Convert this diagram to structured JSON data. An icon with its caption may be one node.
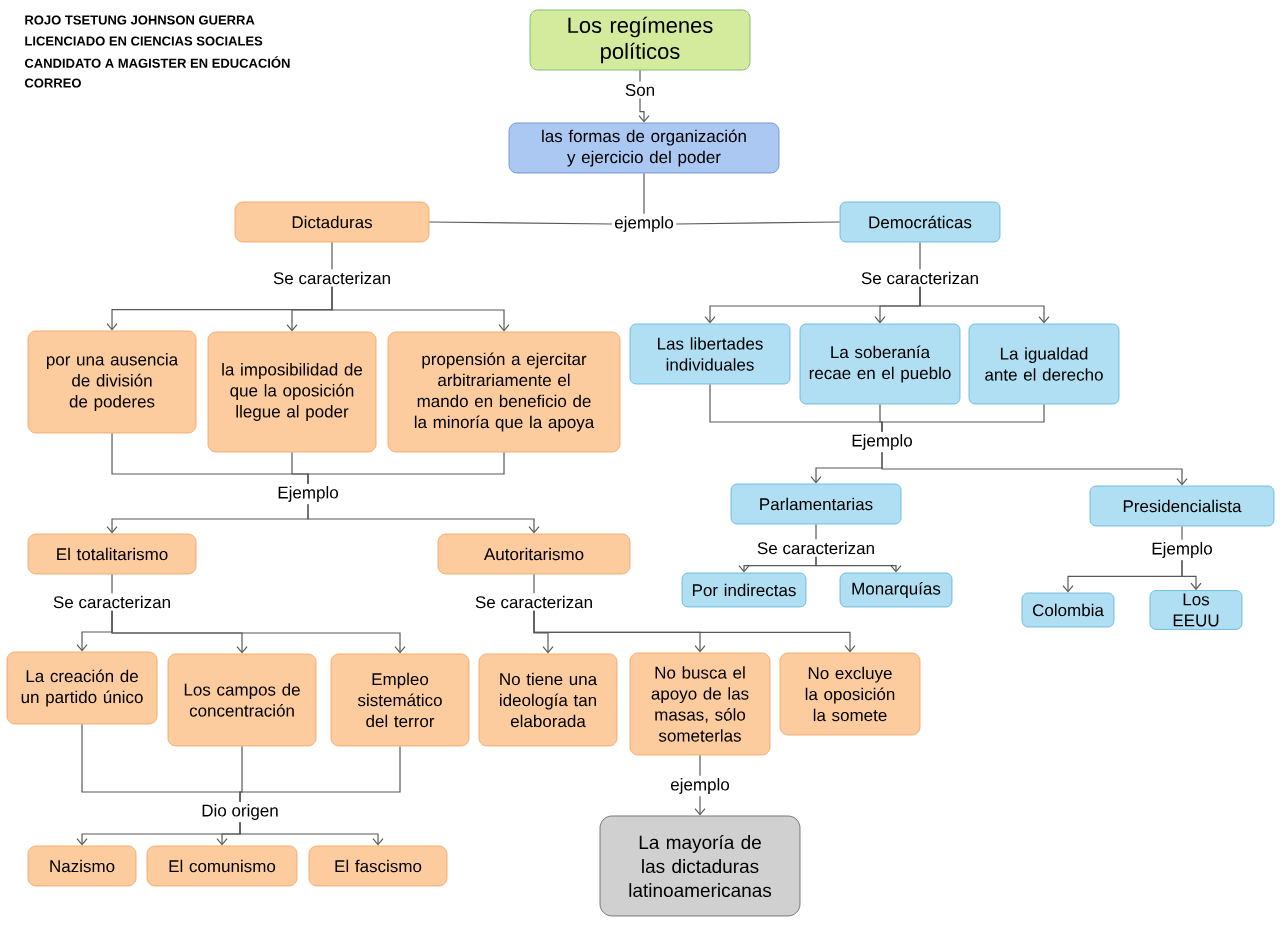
{
  "diagram": {
    "nodes": [
      {
        "text": [
          "Los regímenes políticos"
        ]
      },
      {
        "text": [
          "Son"
        ]
      },
      {
        "text": [
          "las formas de organización y ejercicio del poder"
        ]
      },
      {
        "text": [
          "ejemplo"
        ]
      },
      {
        "text": [
          "Dictaduras"
        ]
      },
      {
        "text": [
          "Democráticas"
        ]
      },
      {
        "text": [
          "Se caracterizan"
        ]
      },
      {
        "text": [
          "Se caracterizan"
        ]
      },
      {
        "text": [
          "por una ausencia de división de poderes"
        ]
      },
      {
        "text": [
          "la imposibilidad de que la oposición llegue al poder"
        ]
      },
      {
        "text": [
          "propensión a ejercitar arbitrariamente el mando en beneficio de la minoría que la apoya"
        ]
      },
      {
        "text": [
          "Las libertades individuales"
        ]
      },
      {
        "text": [
          "La soberanía recae en el pueblo"
        ]
      },
      {
        "text": [
          "La igualdad ante el derecho"
        ]
      },
      {
        "text": [
          "Ejemplo"
        ]
      },
      {
        "text": [
          "Ejemplo"
        ]
      },
      {
        "text": [
          "El totalitarismo"
        ]
      },
      {
        "text": [
          "Autoritarismo"
        ]
      },
      {
        "text": [
          "Parlamentarias"
        ]
      },
      {
        "text": [
          "Presidencialista"
        ]
      },
      {
        "text": [
          "Se caracterizan"
        ]
      },
      {
        "text": [
          "Se caracterizan"
        ]
      },
      {
        "text": [
          "Se caracterizan"
        ]
      },
      {
        "text": [
          "Ejemplo"
        ]
      },
      {
        "text": [
          "Por indirectas"
        ]
      },
      {
        "text": [
          "Monarquías"
        ]
      },
      {
        "text": [
          "Colombia"
        ]
      },
      {
        "text": [
          "Los EEUU"
        ]
      },
      {
        "text": [
          "La creación de un partido único"
        ]
      },
      {
        "text": [
          "Los campos de concentración"
        ]
      },
      {
        "text": [
          "Empleo sistemático del terror"
        ]
      },
      {
        "text": [
          "No tiene una ideología tan elaborada"
        ]
      },
      {
        "text": [
          "No busca el apoyo de las masas, sólo someterlas"
        ]
      },
      {
        "text": [
          "No excluye la oposición la somete"
        ]
      },
      {
        "text": [
          "Dio origen"
        ]
      },
      {
        "text": [
          "Nazismo"
        ]
      },
      {
        "text": [
          "El comunismo"
        ]
      },
      {
        "text": [
          "El fascismo"
        ]
      },
      {
        "text": [
          "ejemplo"
        ]
      },
      {
        "text": [
          "La mayoría de las dictaduras latinoamericanas"
        ]
      }
    ],
    "edges": [
      {
        "from": 0,
        "to": 1,
        "arrow": "none"
      },
      {
        "from": 1,
        "to": 2,
        "arrow": "to"
      },
      {
        "from": 2,
        "to": 3,
        "arrow": "none"
      },
      {
        "from": 3,
        "to": 4,
        "arrow": "none"
      },
      {
        "from": 3,
        "to": 5,
        "arrow": "none"
      },
      {
        "from": 4,
        "to": 6,
        "arrow": "none"
      },
      {
        "from": 6,
        "to": 8,
        "arrow": "to"
      },
      {
        "from": 6,
        "to": 9,
        "arrow": "to"
      },
      {
        "from": 6,
        "to": 10,
        "arrow": "to"
      },
      {
        "from": 5,
        "to": 7,
        "arrow": "none"
      },
      {
        "from": 7,
        "to": 11,
        "arrow": "to"
      },
      {
        "from": 7,
        "to": 12,
        "arrow": "to"
      },
      {
        "from": 7,
        "to": 13,
        "arrow": "to"
      },
      {
        "from": 8,
        "to": 14,
        "arrow": "none"
      },
      {
        "from": 9,
        "to": 14,
        "arrow": "none"
      },
      {
        "from": 10,
        "to": 14,
        "arrow": "none"
      },
      {
        "from": 14,
        "to": 16,
        "arrow": "to"
      },
      {
        "from": 14,
        "to": 17,
        "arrow": "to"
      },
      {
        "from": 11,
        "to": 15,
        "arrow": "none"
      },
      {
        "from": 12,
        "to": 15,
        "arrow": "none"
      },
      {
        "from": 13,
        "to": 15,
        "arrow": "none"
      },
      {
        "from": 15,
        "to": 18,
        "arrow": "to"
      },
      {
        "from": 15,
        "to": 19,
        "arrow": "to"
      },
      {
        "from": 16,
        "to": 20,
        "arrow": "none"
      },
      {
        "from": 20,
        "to": 28,
        "arrow": "to"
      },
      {
        "from": 20,
        "to": 29,
        "arrow": "to"
      },
      {
        "from": 20,
        "to": 30,
        "arrow": "to"
      },
      {
        "from": 17,
        "to": 21,
        "arrow": "none"
      },
      {
        "from": 21,
        "to": 31,
        "arrow": "to"
      },
      {
        "from": 21,
        "to": 32,
        "arrow": "to"
      },
      {
        "from": 21,
        "to": 33,
        "arrow": "to"
      },
      {
        "from": 18,
        "to": 22,
        "arrow": "none"
      },
      {
        "from": 22,
        "to": 24,
        "arrow": "to"
      },
      {
        "from": 22,
        "to": 25,
        "arrow": "to"
      },
      {
        "from": 19,
        "to": 23,
        "arrow": "none"
      },
      {
        "from": 23,
        "to": 26,
        "arrow": "to"
      },
      {
        "from": 23,
        "to": 27,
        "arrow": "to"
      },
      {
        "from": 28,
        "to": 34,
        "arrow": "none"
      },
      {
        "from": 29,
        "to": 34,
        "arrow": "none"
      },
      {
        "from": 30,
        "to": 34,
        "arrow": "none"
      },
      {
        "from": 34,
        "to": 35,
        "arrow": "to"
      },
      {
        "from": 34,
        "to": 36,
        "arrow": "to"
      },
      {
        "from": 34,
        "to": 37,
        "arrow": "to"
      },
      {
        "from": 32,
        "to": 38,
        "arrow": "none"
      },
      {
        "from": 38,
        "to": 39,
        "arrow": "to"
      }
    ],
    "labels": [
      "ROJO TSETUNG  JOHNSON GUERRA",
      "LICENCIADO EN CIENCIAS SOCIALES",
      "CANDIDATO A MAGISTER EN EDUCACIÓN",
      "CORREO"
    ]
  }
}
